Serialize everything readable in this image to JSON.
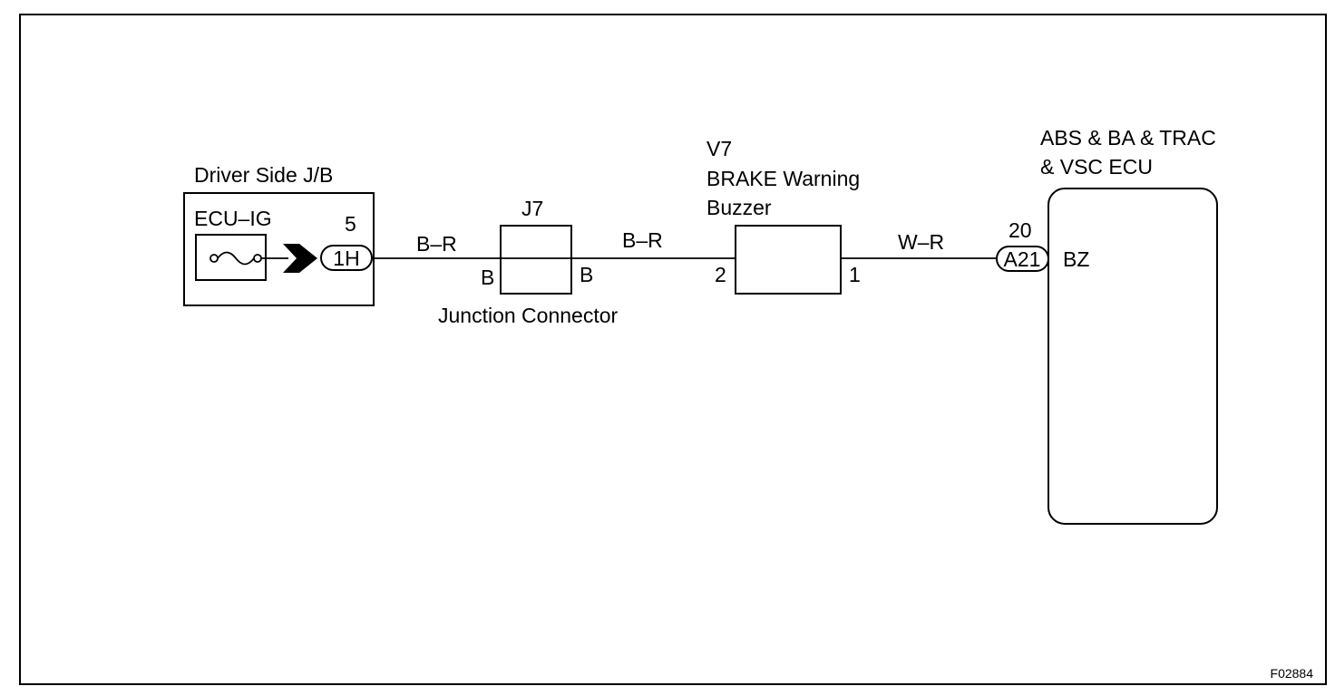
{
  "frame": {
    "figure_id": "F02884"
  },
  "driver_jb": {
    "title": "Driver Side J/B",
    "fuse_label": "ECU–IG",
    "pin": "5",
    "connector": "1H"
  },
  "wire1": {
    "color_code": "B–R"
  },
  "junction": {
    "id": "J7",
    "left_terminal": "B",
    "right_terminal": "B",
    "caption": "Junction Connector"
  },
  "wire2": {
    "color_code": "B–R"
  },
  "buzzer": {
    "line1": "V7",
    "line2": "BRAKE Warning",
    "line3": "Buzzer",
    "pin_in": "2",
    "pin_out": "1"
  },
  "wire3": {
    "color_code": "W–R"
  },
  "ecu": {
    "line1": "ABS & BA & TRAC",
    "line2": "& VSC ECU",
    "pin": "20",
    "connector": "A21",
    "terminal": "BZ"
  },
  "colors": {
    "line": "#000000",
    "background": "#ffffff"
  }
}
